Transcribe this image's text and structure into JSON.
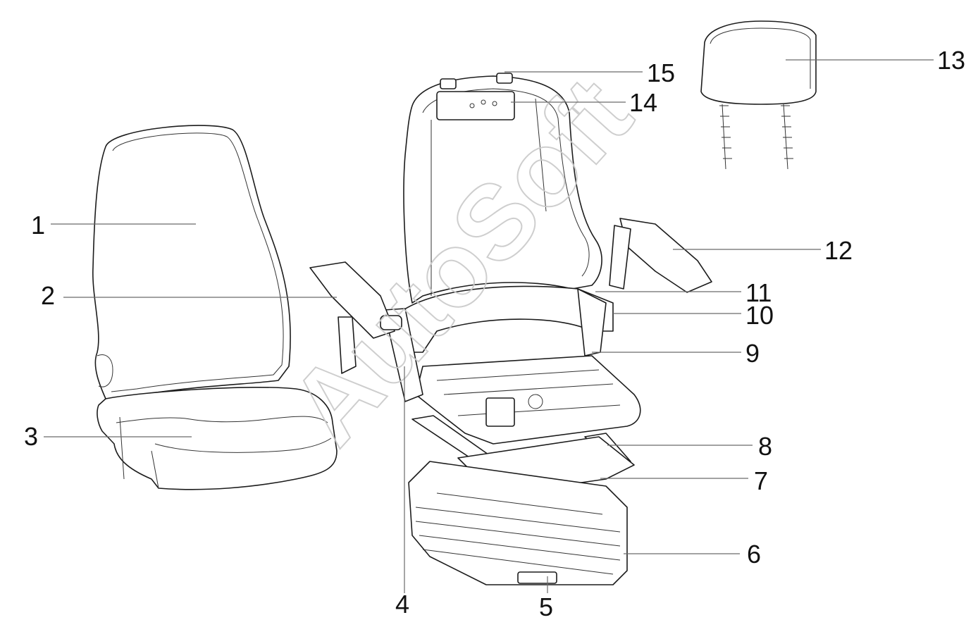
{
  "watermark": "AutoSoft",
  "callouts": [
    {
      "id": "1",
      "label": "1"
    },
    {
      "id": "2",
      "label": "2"
    },
    {
      "id": "3",
      "label": "3"
    },
    {
      "id": "4",
      "label": "4"
    },
    {
      "id": "5",
      "label": "5"
    },
    {
      "id": "6",
      "label": "6"
    },
    {
      "id": "7",
      "label": "7"
    },
    {
      "id": "8",
      "label": "8"
    },
    {
      "id": "9",
      "label": "9"
    },
    {
      "id": "10",
      "label": "10"
    },
    {
      "id": "11",
      "label": "11"
    },
    {
      "id": "12",
      "label": "12"
    },
    {
      "id": "13",
      "label": "13"
    },
    {
      "id": "14",
      "label": "14"
    },
    {
      "id": "15",
      "label": "15"
    }
  ],
  "colors": {
    "line": "#1c1c1c",
    "leader": "#6a6a6a",
    "watermark": "#c9c9c9",
    "background": "#ffffff"
  }
}
